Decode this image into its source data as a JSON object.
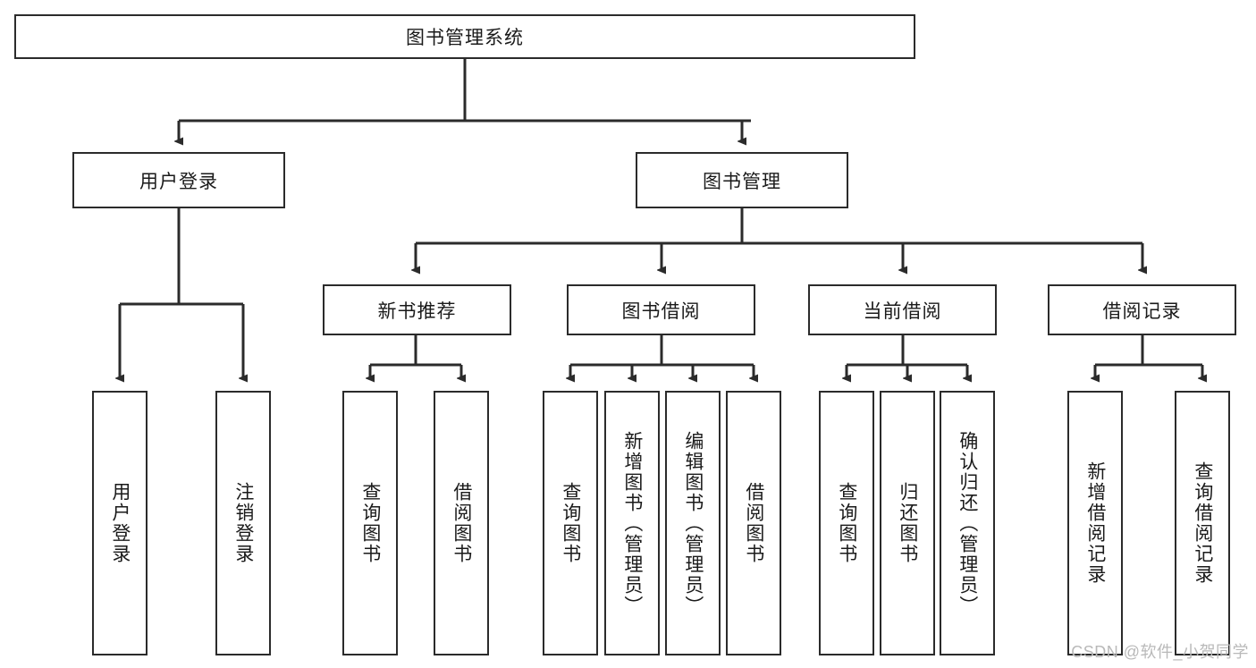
{
  "diagram": {
    "title": "图书管理系统",
    "type": "hierarchy-tree",
    "watermark": "CSDN @软件_小贺同学",
    "colors": {
      "box_border": "#2b2b2b",
      "box_fill": "#ffffff",
      "edge": "#2b2b2b",
      "text": "#1a1a1a",
      "watermark": "#b9b9b9"
    },
    "levels": {
      "root": {
        "label": "图书管理系统"
      },
      "level2": [
        {
          "id": "login",
          "label": "用户登录"
        },
        {
          "id": "bookmgmt",
          "label": "图书管理"
        }
      ],
      "level3": [
        {
          "id": "newbook",
          "label": "新书推荐"
        },
        {
          "id": "borrow",
          "label": "图书借阅"
        },
        {
          "id": "current",
          "label": "当前借阅"
        },
        {
          "id": "record",
          "label": "借阅记录"
        }
      ],
      "leaves": [
        {
          "id": "leaf-user-login",
          "label": "用户登录",
          "parent": "login"
        },
        {
          "id": "leaf-user-logout",
          "label": "注销登录",
          "parent": "login"
        },
        {
          "id": "leaf-query-book-1",
          "label": "查询图书",
          "parent": "newbook"
        },
        {
          "id": "leaf-borrow-book-1",
          "label": "借阅图书",
          "parent": "newbook"
        },
        {
          "id": "leaf-query-book-2",
          "label": "查询图书",
          "parent": "borrow"
        },
        {
          "id": "leaf-add-book",
          "label": "新增图书（管理员）",
          "parent": "borrow"
        },
        {
          "id": "leaf-edit-book",
          "label": "编辑图书（管理员）",
          "parent": "borrow"
        },
        {
          "id": "leaf-borrow-book-2",
          "label": "借阅图书",
          "parent": "borrow"
        },
        {
          "id": "leaf-query-book-3",
          "label": "查询图书",
          "parent": "current"
        },
        {
          "id": "leaf-return-book",
          "label": "归还图书",
          "parent": "current"
        },
        {
          "id": "leaf-confirm-return",
          "label": "确认归还（管理员）",
          "parent": "current"
        },
        {
          "id": "leaf-add-record",
          "label": "新增借阅记录",
          "parent": "record"
        },
        {
          "id": "leaf-query-record",
          "label": "查询借阅记录",
          "parent": "record"
        }
      ]
    }
  }
}
